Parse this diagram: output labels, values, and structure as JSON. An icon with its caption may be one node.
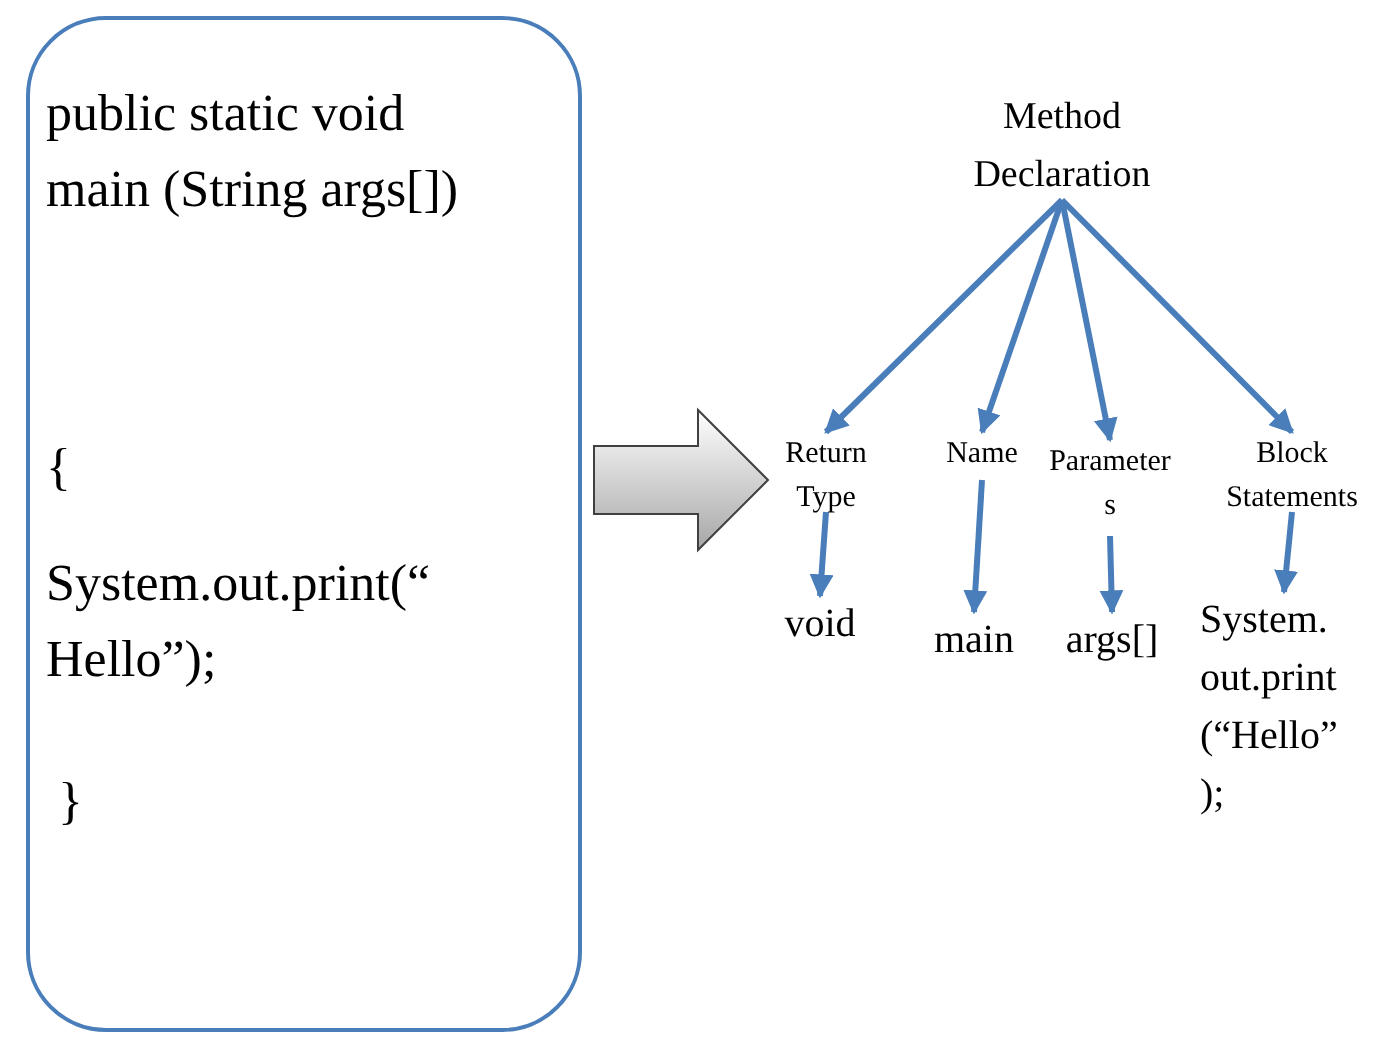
{
  "diagram": {
    "nodes": [
      {
        "text": [
          "public static void main (String args[])",
          "{",
          "System.out.print(“ Hello”);",
          "}"
        ]
      },
      {
        "text": [
          "Method Declaration"
        ]
      },
      {
        "text": [
          "Return Type"
        ]
      },
      {
        "text": [
          "Name"
        ]
      },
      {
        "text": [
          "Parameter s"
        ]
      },
      {
        "text": [
          "Block Statements"
        ]
      },
      {
        "text": [
          "void"
        ]
      },
      {
        "text": [
          "main"
        ]
      },
      {
        "text": [
          "args[]"
        ]
      },
      {
        "text": [
          "System. out.print (“Hello” );"
        ]
      }
    ],
    "edges": [
      {
        "from": 0,
        "to": 2,
        "arrow": "to",
        "style": "thick"
      },
      {
        "from": 1,
        "to": 2,
        "arrow": "to"
      },
      {
        "from": 1,
        "to": 3,
        "arrow": "to"
      },
      {
        "from": 1,
        "to": 4,
        "arrow": "to"
      },
      {
        "from": 1,
        "to": 5,
        "arrow": "to"
      },
      {
        "from": 2,
        "to": 6,
        "arrow": "to"
      },
      {
        "from": 3,
        "to": 7,
        "arrow": "to"
      },
      {
        "from": 4,
        "to": 8,
        "arrow": "to"
      },
      {
        "from": 5,
        "to": 9,
        "arrow": "to"
      }
    ]
  }
}
